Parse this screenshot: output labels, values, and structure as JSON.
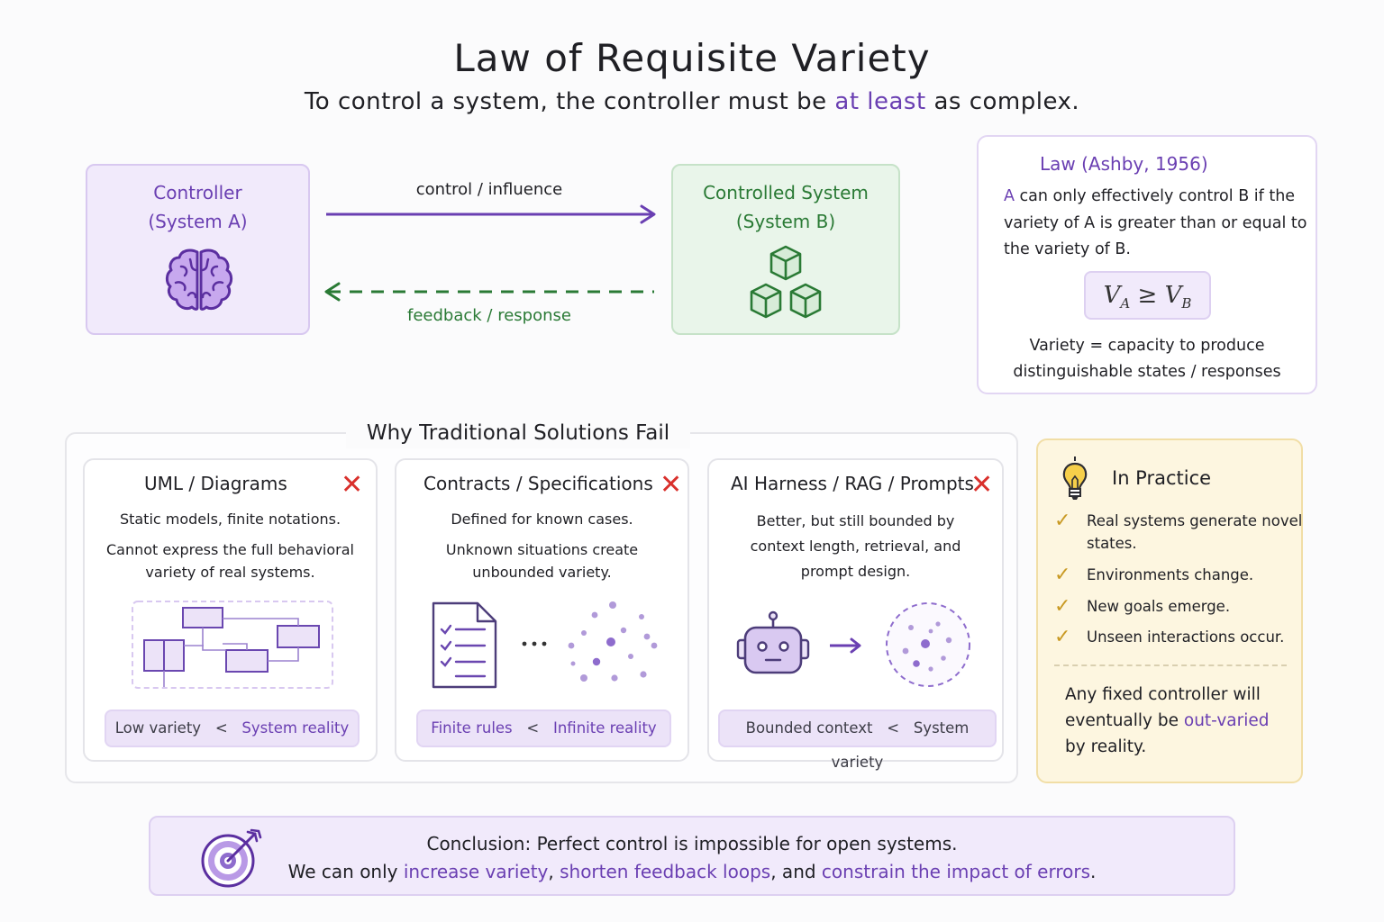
{
  "header": {
    "title": "Law of Requisite Variety",
    "subtitle_pre": "To control a system, the controller must be ",
    "subtitle_em": "at least",
    "subtitle_post": " as complex."
  },
  "controller": {
    "line1": "Controller",
    "line2": "(System A)"
  },
  "system": {
    "line1": "Controlled System",
    "line2": "(System B)"
  },
  "arrows": {
    "forward": "control / influence",
    "backward": "feedback / response"
  },
  "law": {
    "title": "Law (Ashby, 1956)",
    "text_a": "A",
    "text_rest": " can only effectively control B if the variety of A is greater than or equal to the variety of B.",
    "formula_left": "V",
    "formula_left_sub": "A",
    "formula_op": " ≥ ",
    "formula_right": "V",
    "formula_right_sub": "B",
    "definition": "Variety = capacity to produce distinguishable states / responses"
  },
  "why": {
    "title": "Why Traditional Solutions Fail",
    "cards": [
      {
        "title": "UML / Diagrams",
        "mark": "✕",
        "text1": "Static models, finite notations.",
        "text2": "Cannot express the full behavioral variety of real systems.",
        "foot_left": "Low variety",
        "foot_op": "<",
        "foot_right": "System reality"
      },
      {
        "title": "Contracts / Specifications",
        "mark": "✕",
        "text1": "Defined for known cases.",
        "text2": "Unknown situations create unbounded variety.",
        "foot_left": "Finite rules",
        "foot_op": "<",
        "foot_right": "Infinite reality"
      },
      {
        "title": "AI Harness / RAG / Prompts",
        "mark": "✕",
        "text1": "Better, but still bounded by context length, retrieval, and prompt design.",
        "foot_left": "Bounded context",
        "foot_op": "<",
        "foot_right": "System variety"
      }
    ]
  },
  "practice": {
    "title": "In Practice",
    "items": [
      "Real systems generate novel states.",
      "Environments change.",
      "New goals emerge.",
      "Unseen interactions occur."
    ],
    "concl_pre": "Any fixed controller will eventually be ",
    "concl_em": "out-varied",
    "concl_post": " by reality."
  },
  "conclusion": {
    "line1": "Conclusion: Perfect control is impossible for open systems.",
    "line2_pre": "We can only ",
    "em1": "increase variety",
    "sep1": ", ",
    "em2": "shorten feedback loops",
    "sep2": ", and ",
    "em3": "constrain the impact of errors",
    "line2_post": "."
  },
  "colors": {
    "accent_purple": "#6a3fb2",
    "accent_green": "#2a7a35",
    "error_red": "#d9302c",
    "check_gold": "#c99a24"
  }
}
